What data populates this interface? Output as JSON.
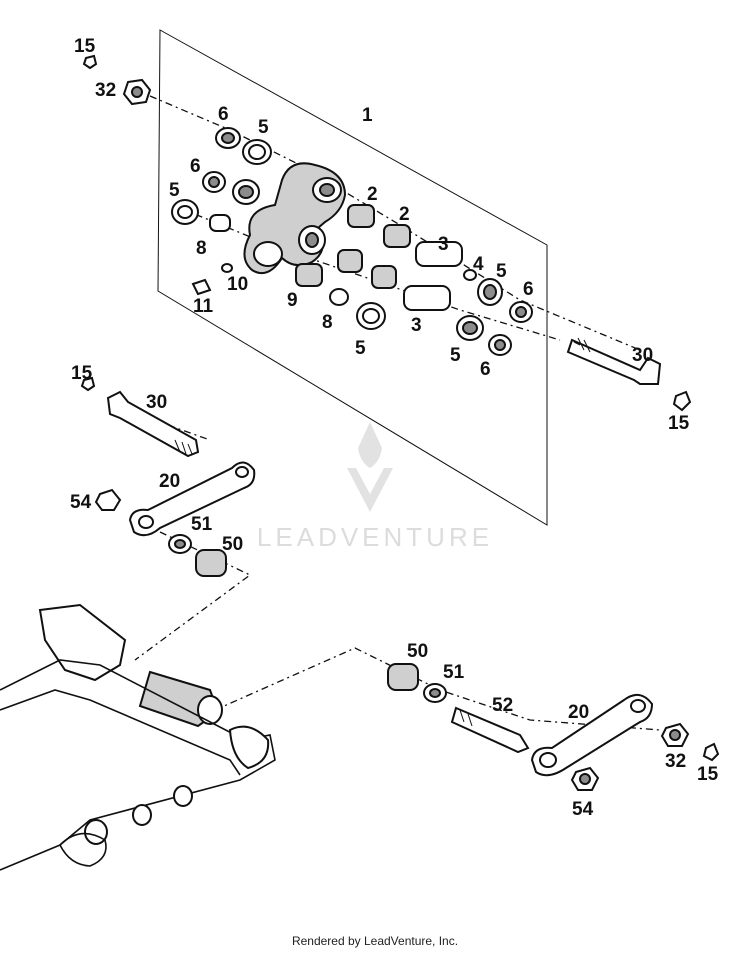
{
  "diagram": {
    "callouts": [
      {
        "id": "c15a",
        "text": "15"
      },
      {
        "id": "c32a",
        "text": "32"
      },
      {
        "id": "c1",
        "text": "1"
      },
      {
        "id": "c6a",
        "text": "6"
      },
      {
        "id": "c5a",
        "text": "5"
      },
      {
        "id": "c6b",
        "text": "6"
      },
      {
        "id": "c5b",
        "text": "5"
      },
      {
        "id": "c2a",
        "text": "2"
      },
      {
        "id": "c2b",
        "text": "2"
      },
      {
        "id": "c3a",
        "text": "3"
      },
      {
        "id": "c4",
        "text": "4"
      },
      {
        "id": "c5c",
        "text": "5"
      },
      {
        "id": "c6c",
        "text": "6"
      },
      {
        "id": "c8a",
        "text": "8"
      },
      {
        "id": "c10",
        "text": "10"
      },
      {
        "id": "c11",
        "text": "11"
      },
      {
        "id": "c9",
        "text": "9"
      },
      {
        "id": "c8b",
        "text": "8"
      },
      {
        "id": "c3b",
        "text": "3"
      },
      {
        "id": "c5d",
        "text": "5"
      },
      {
        "id": "c5e",
        "text": "5"
      },
      {
        "id": "c6d",
        "text": "6"
      },
      {
        "id": "c30a",
        "text": "30"
      },
      {
        "id": "c15b",
        "text": "15"
      },
      {
        "id": "c15c",
        "text": "15"
      },
      {
        "id": "c30b",
        "text": "30"
      },
      {
        "id": "c20a",
        "text": "20"
      },
      {
        "id": "c54a",
        "text": "54"
      },
      {
        "id": "c51a",
        "text": "51"
      },
      {
        "id": "c50a",
        "text": "50"
      },
      {
        "id": "c50b",
        "text": "50"
      },
      {
        "id": "c51b",
        "text": "51"
      },
      {
        "id": "c52",
        "text": "52"
      },
      {
        "id": "c20b",
        "text": "20"
      },
      {
        "id": "c32b",
        "text": "32"
      },
      {
        "id": "c15d",
        "text": "15"
      },
      {
        "id": "c54b",
        "text": "54"
      }
    ],
    "watermark": "LEADVENTURE",
    "watermark_color": "#d9d9d9"
  },
  "footer": {
    "text": "Rendered by LeadVenture, Inc."
  }
}
